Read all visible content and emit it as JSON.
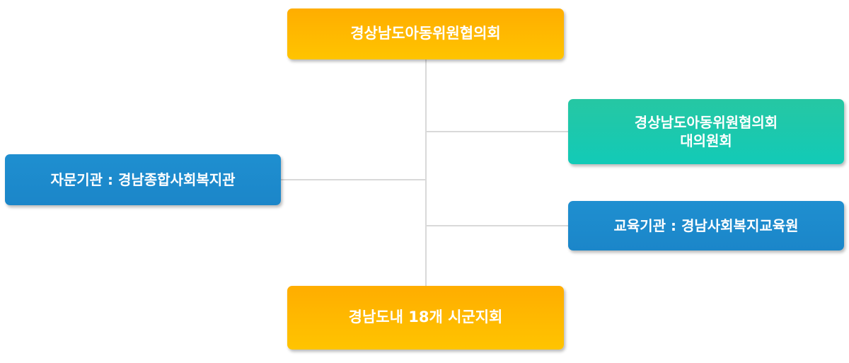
{
  "org_chart": {
    "top": {
      "label": "경상남도아동위원협의회"
    },
    "council": {
      "line1": "경상남도아동위원협의회",
      "line2": "대의원회"
    },
    "advisory": {
      "label": "자문기관 : 경남종합사회복지관"
    },
    "education": {
      "label": "교육기관 : 경남사회복지교육원"
    },
    "bottom": {
      "label": "경남도내 18개 시군지회"
    },
    "colors": {
      "orange": "#ffb400",
      "teal": "#1bc8ad",
      "blue": "#1d8ccd",
      "connector": "#d9d9d9"
    }
  }
}
